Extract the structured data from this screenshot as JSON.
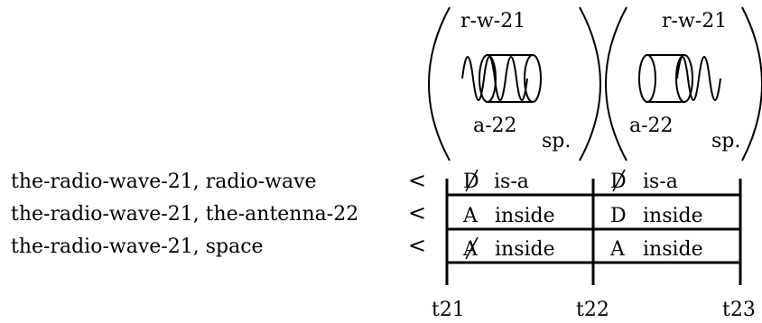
{
  "snapshots": [
    {
      "top_label": "r-w-21",
      "bottom_label": "a-22",
      "corner_label": "sp."
    },
    {
      "top_label": "r-w-21",
      "bottom_label": "a-22",
      "corner_label": "sp."
    }
  ],
  "rows": [
    {
      "label": "the-radio-wave-21, radio-wave",
      "operator": "<",
      "cells": [
        {
          "flag": "D",
          "negated": true,
          "relation": "is-a"
        },
        {
          "flag": "D",
          "negated": true,
          "relation": "is-a"
        }
      ]
    },
    {
      "label": "the-radio-wave-21, the-antenna-22",
      "operator": "<",
      "cells": [
        {
          "flag": "A",
          "negated": false,
          "relation": "inside"
        },
        {
          "flag": "D",
          "negated": false,
          "relation": "inside"
        }
      ]
    },
    {
      "label": "the-radio-wave-21, space",
      "operator": "<",
      "cells": [
        {
          "flag": "A",
          "negated": true,
          "relation": "inside"
        },
        {
          "flag": "A",
          "negated": false,
          "relation": "inside"
        }
      ]
    }
  ],
  "timepoints": [
    "t21",
    "t22",
    "t23"
  ]
}
